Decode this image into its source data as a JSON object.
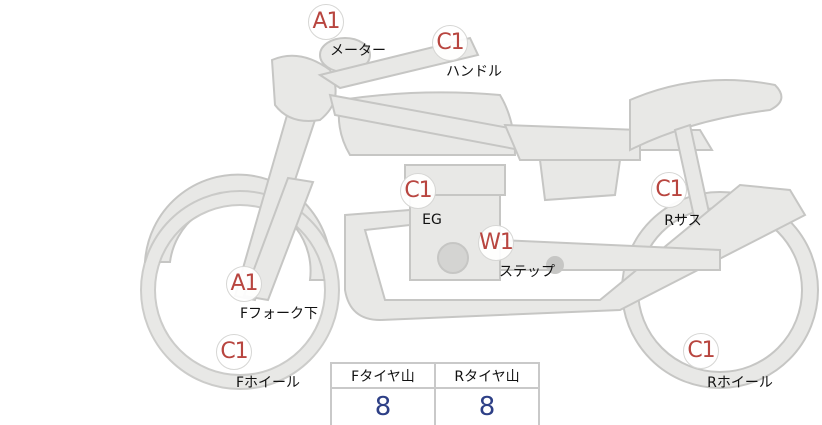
{
  "parts": [
    {
      "id": "meter",
      "grade": "A1",
      "label": "メーター"
    },
    {
      "id": "handle",
      "grade": "C1",
      "label": "ハンドル"
    },
    {
      "id": "engine",
      "grade": "C1",
      "label": "EG"
    },
    {
      "id": "step",
      "grade": "W1",
      "label": "ステップ"
    },
    {
      "id": "rear-suspension",
      "grade": "C1",
      "label": "Rサス"
    },
    {
      "id": "front-fork-lower",
      "grade": "A1",
      "label": "Fフォーク下"
    },
    {
      "id": "front-wheel",
      "grade": "C1",
      "label": "Fホイール"
    },
    {
      "id": "rear-wheel",
      "grade": "C1",
      "label": "Rホイール"
    }
  ],
  "tread": {
    "front_label": "Fタイヤ山",
    "rear_label": "Rタイヤ山",
    "front_value": "8",
    "rear_value": "8"
  },
  "colors": {
    "grade": "#b8453f",
    "value": "#2d3f86",
    "bike_fill": "#e8e8e6",
    "bike_stroke": "#c6c6c4"
  }
}
